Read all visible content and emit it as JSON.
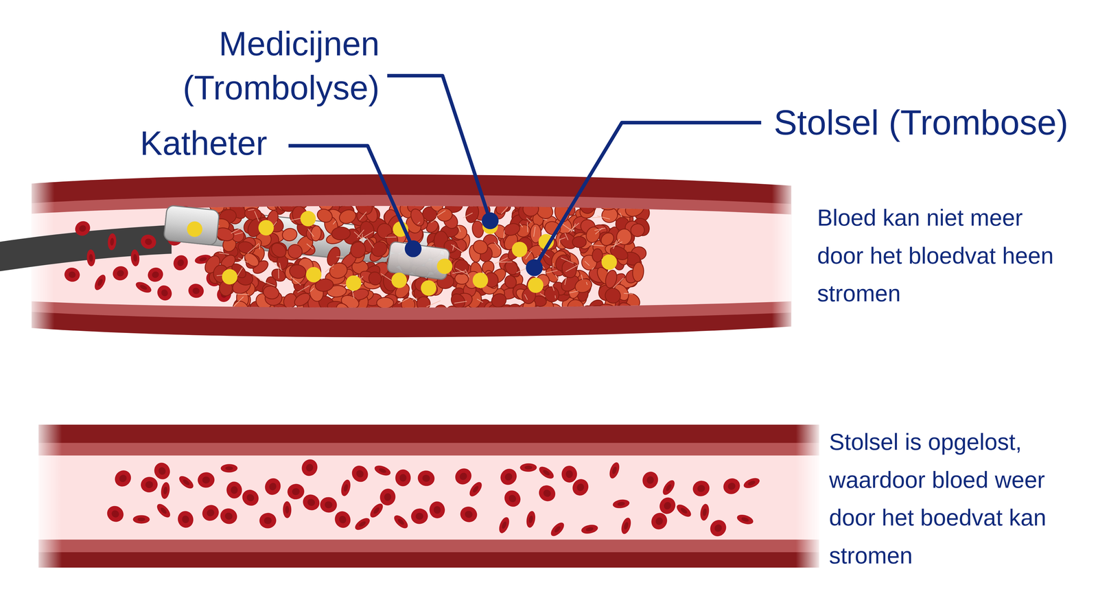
{
  "diagram": {
    "labels": [
      "Medicijnen (Trombolyse)",
      "Katheter",
      "Stolsel (Trombose)",
      "Bloed kan niet meer door het bloedvat heen stromen",
      "Stolsel is opgelost, waardoor bloed weer door het boedvat kan stromen"
    ]
  }
}
